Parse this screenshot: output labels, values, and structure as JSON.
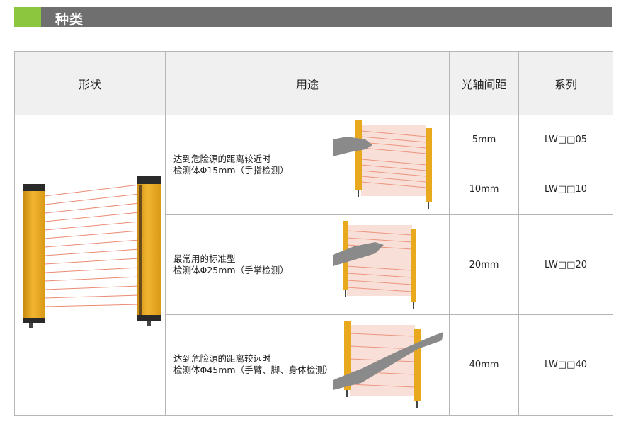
{
  "section": {
    "title": "种类"
  },
  "table": {
    "headers": {
      "shape": "形状",
      "usage": "用途",
      "pitch": "光轴间距",
      "series": "系列"
    },
    "groups": [
      {
        "desc_line1": "达到危险源的距离较近时",
        "desc_line2": "检测体Φ15mm（手指检测）",
        "illustration": "finger-detection",
        "rows": [
          {
            "pitch": "5mm",
            "series": "LW□□05"
          },
          {
            "pitch": "10mm",
            "series": "LW□□10"
          }
        ]
      },
      {
        "desc_line1": "最常用的标准型",
        "desc_line2": "检测体Φ25mm（手掌检测）",
        "illustration": "palm-detection",
        "rows": [
          {
            "pitch": "20mm",
            "series": "LW□□20"
          }
        ]
      },
      {
        "desc_line1": "达到危险源的距离较远时",
        "desc_line2": "检测体Φ45mm（手臂、脚、身体检测）",
        "illustration": "body-detection",
        "rows": [
          {
            "pitch": "40mm",
            "series": "LW□□40"
          }
        ]
      }
    ]
  },
  "colors": {
    "header_bar": "#6f6f6f",
    "accent": "#8cc63f",
    "sensor_yellow": "#e8a91f",
    "beam": "#e8765b"
  }
}
